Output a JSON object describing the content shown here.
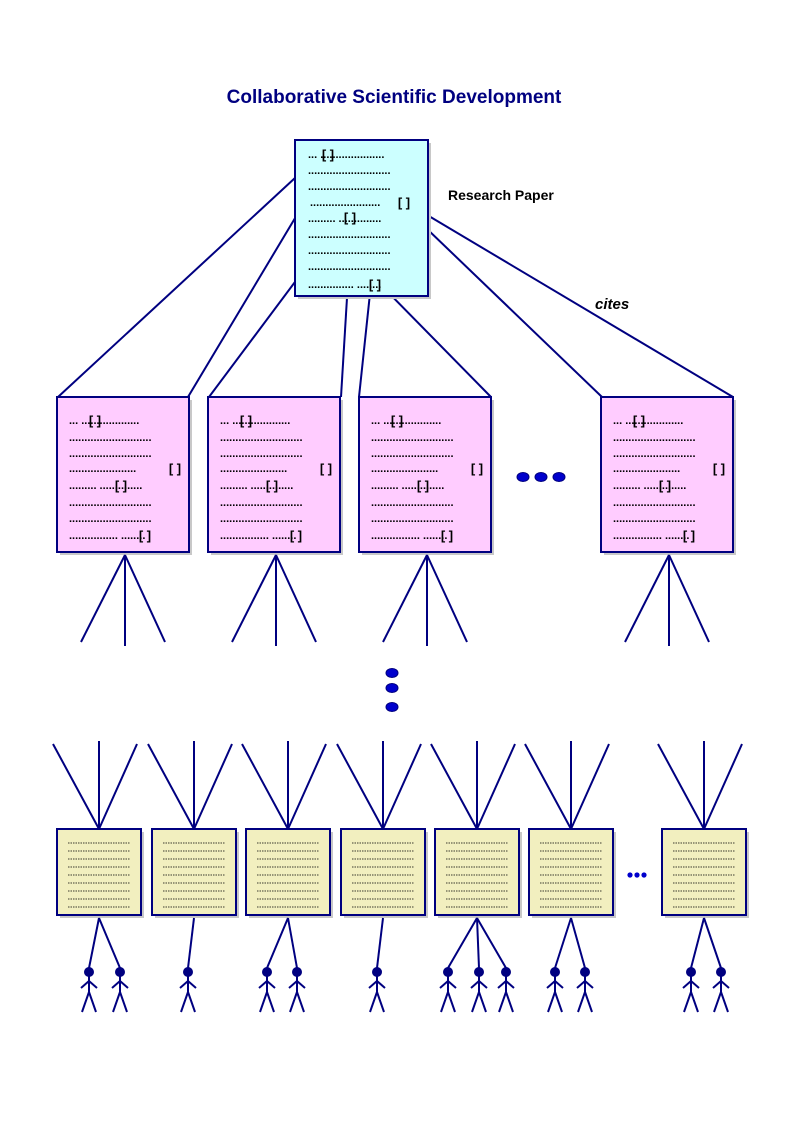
{
  "title": "Collaborative Scientific Development",
  "labels": {
    "top_paper": "Research Paper",
    "relation": "cites",
    "row_ellipsis": "...",
    "cite_mark": "[ ]"
  },
  "colors": {
    "stroke": "#000080",
    "top_paper_fill": "#ccffff",
    "cited_paper_fill": "#ffccff",
    "base_paper_fill": "#f2efbf",
    "dot_fill": "#0000cc"
  },
  "structure": {
    "top_paper_count": 1,
    "cited_paper_count": 4,
    "base_document_count": 7,
    "authors_per_document": [
      2,
      1,
      2,
      1,
      3,
      2,
      2
    ]
  }
}
